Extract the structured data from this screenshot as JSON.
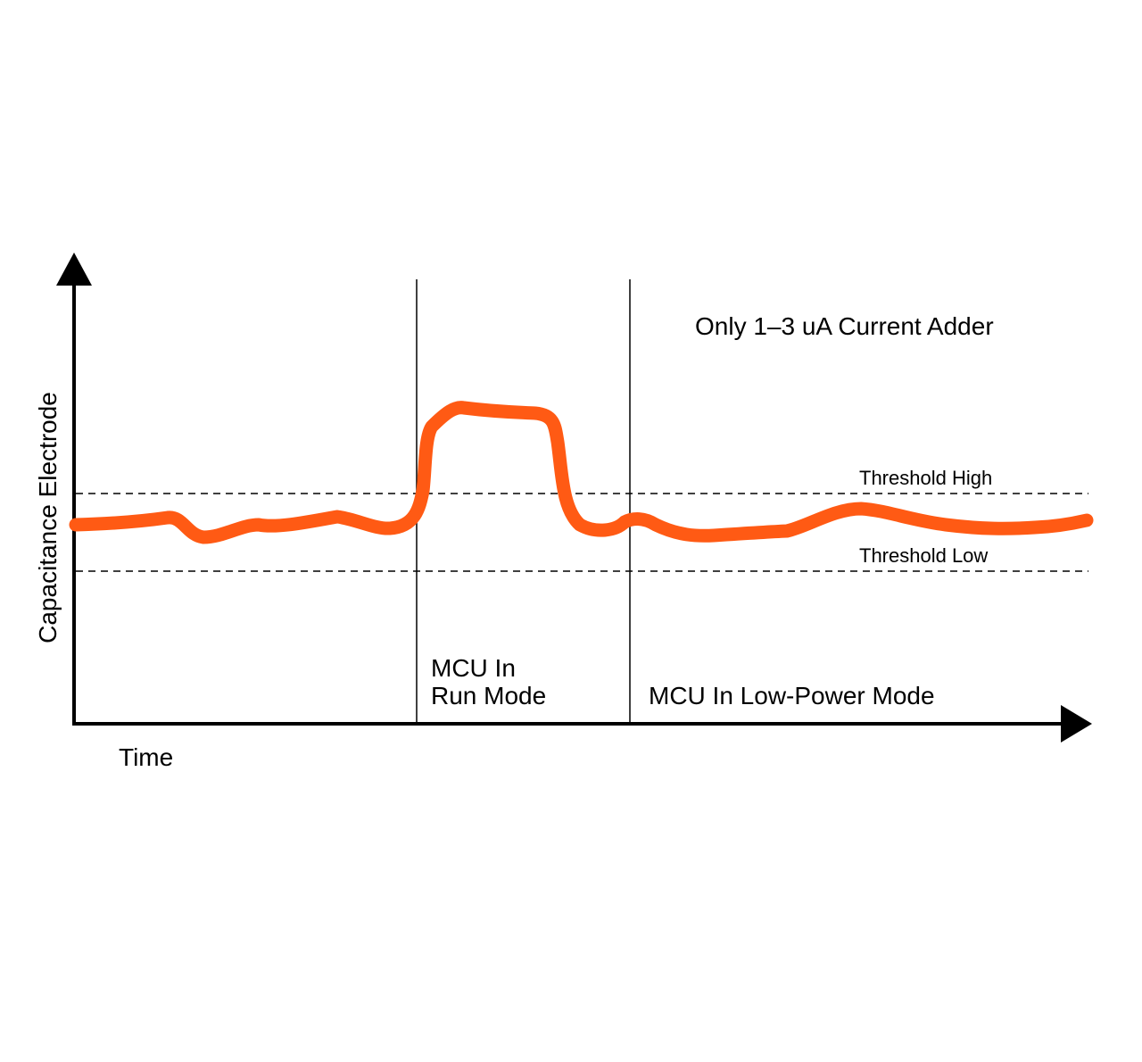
{
  "axes": {
    "y_label": "Capacitance Electrode",
    "x_label": "Time"
  },
  "thresholds": {
    "high_label": "Threshold High",
    "low_label": "Threshold Low"
  },
  "regions": {
    "run_mode_line1": "MCU In",
    "run_mode_line2": "Run Mode",
    "low_power_mode": "MCU In Low-Power Mode"
  },
  "annotation": "Only 1–3 uA Current Adder",
  "colors": {
    "signal": "#FF5A14",
    "axes": "#000000"
  }
}
